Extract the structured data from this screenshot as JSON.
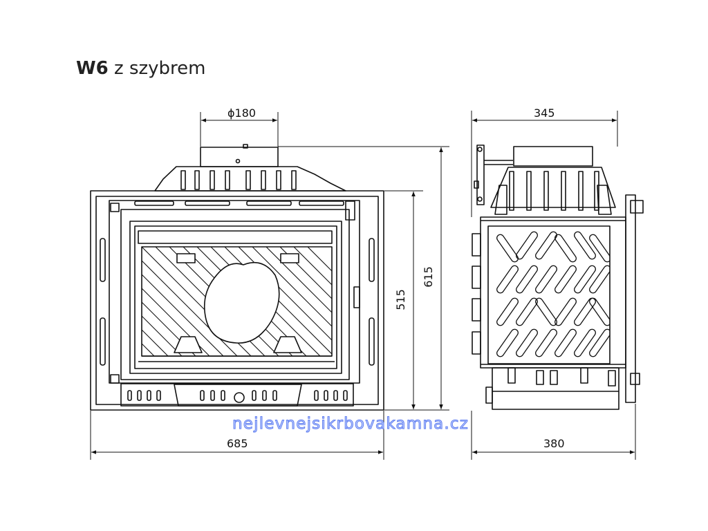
{
  "title": {
    "model": "W6",
    "subtitle": "z szybrem"
  },
  "front_view": {
    "flue_diameter": "ϕ180",
    "total_height": "615",
    "frame_height": "515",
    "width": "685"
  },
  "side_view": {
    "top_depth": "345",
    "bottom_depth": "380"
  },
  "watermark": "nejlevnejsikrbovakamna.cz",
  "colors": {
    "line": "#111111",
    "watermark": "#5e7cf0"
  }
}
